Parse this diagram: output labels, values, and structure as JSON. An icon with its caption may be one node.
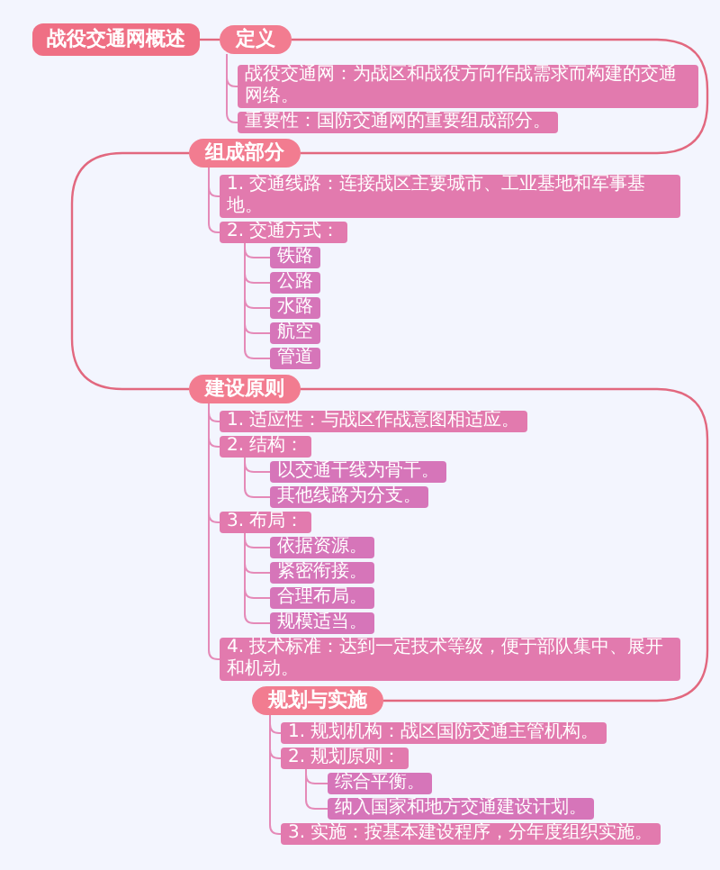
{
  "diagram": {
    "nodes": [
      {
        "text": [
          "战役交通网概述"
        ]
      },
      {
        "text": [
          "定义"
        ]
      },
      {
        "text": [
          "战役交通网：为战区和战役方向作战需求而构建的交通网络。"
        ]
      },
      {
        "text": [
          "重要性：国防交通网的重要组成部分。"
        ]
      },
      {
        "text": [
          "组成部分"
        ]
      },
      {
        "text": [
          "1. 交通线路：连接战区主要城市、工业基地和军事基地。"
        ]
      },
      {
        "text": [
          "2. 交通方式："
        ]
      },
      {
        "text": [
          "铁路"
        ]
      },
      {
        "text": [
          "公路"
        ]
      },
      {
        "text": [
          "水路"
        ]
      },
      {
        "text": [
          "航空"
        ]
      },
      {
        "text": [
          "管道"
        ]
      },
      {
        "text": [
          "建设原则"
        ]
      },
      {
        "text": [
          "1. 适应性：与战区作战意图相适应。"
        ]
      },
      {
        "text": [
          "2. 结构："
        ]
      },
      {
        "text": [
          "以交通干线为骨干。"
        ]
      },
      {
        "text": [
          "其他线路为分支。"
        ]
      },
      {
        "text": [
          "3. 布局："
        ]
      },
      {
        "text": [
          "依据资源。"
        ]
      },
      {
        "text": [
          "紧密衔接。"
        ]
      },
      {
        "text": [
          "合理布局。"
        ]
      },
      {
        "text": [
          "规模适当。"
        ]
      },
      {
        "text": [
          "4. 技术标准：达到一定技术等级，便于部队集中、展开和机动。"
        ]
      },
      {
        "text": [
          "规划与实施"
        ]
      },
      {
        "text": [
          "1. 规划机构：战区国防交通主管机构。"
        ]
      },
      {
        "text": [
          "2. 规划原则："
        ]
      },
      {
        "text": [
          "综合平衡。"
        ]
      },
      {
        "text": [
          "纳入国家和地方交通建设计划。"
        ]
      },
      {
        "text": [
          "3. 实施：按基本建设程序，分年度组织实施。"
        ]
      }
    ],
    "edges": [
      {
        "from": 0,
        "to": 1,
        "arrow": "none"
      },
      {
        "from": 1,
        "to": 4,
        "arrow": "none"
      },
      {
        "from": 4,
        "to": 12,
        "arrow": "none"
      },
      {
        "from": 12,
        "to": 23,
        "arrow": "none"
      },
      {
        "from": 1,
        "to": 2,
        "arrow": "none"
      },
      {
        "from": 1,
        "to": 3,
        "arrow": "none"
      },
      {
        "from": 4,
        "to": 5,
        "arrow": "none"
      },
      {
        "from": 4,
        "to": 6,
        "arrow": "none"
      },
      {
        "from": 6,
        "to": 7,
        "arrow": "none"
      },
      {
        "from": 6,
        "to": 8,
        "arrow": "none"
      },
      {
        "from": 6,
        "to": 9,
        "arrow": "none"
      },
      {
        "from": 6,
        "to": 10,
        "arrow": "none"
      },
      {
        "from": 6,
        "to": 11,
        "arrow": "none"
      },
      {
        "from": 12,
        "to": 13,
        "arrow": "none"
      },
      {
        "from": 12,
        "to": 14,
        "arrow": "none"
      },
      {
        "from": 14,
        "to": 15,
        "arrow": "none"
      },
      {
        "from": 14,
        "to": 16,
        "arrow": "none"
      },
      {
        "from": 12,
        "to": 17,
        "arrow": "none"
      },
      {
        "from": 17,
        "to": 18,
        "arrow": "none"
      },
      {
        "from": 17,
        "to": 19,
        "arrow": "none"
      },
      {
        "from": 17,
        "to": 20,
        "arrow": "none"
      },
      {
        "from": 17,
        "to": 21,
        "arrow": "none"
      },
      {
        "from": 12,
        "to": 22,
        "arrow": "none"
      },
      {
        "from": 23,
        "to": 24,
        "arrow": "none"
      },
      {
        "from": 23,
        "to": 25,
        "arrow": "none"
      },
      {
        "from": 25,
        "to": 26,
        "arrow": "none"
      },
      {
        "from": 25,
        "to": 27,
        "arrow": "none"
      },
      {
        "from": 23,
        "to": 28,
        "arrow": "none"
      }
    ]
  }
}
